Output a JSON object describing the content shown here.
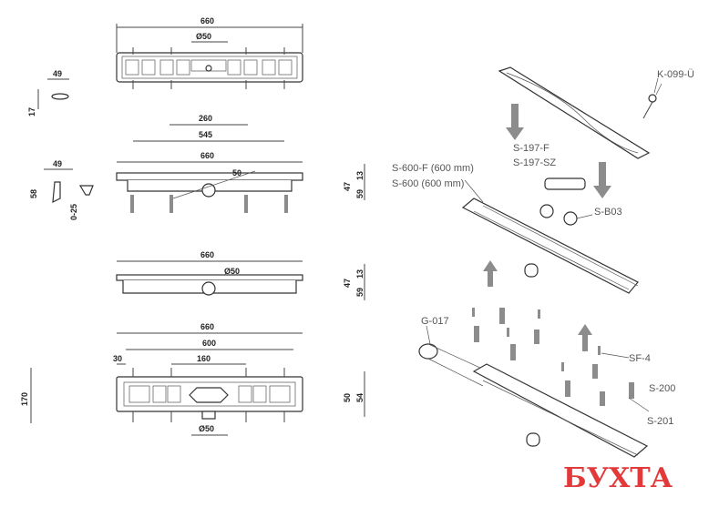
{
  "dimensions": {
    "top_view_length": "660",
    "top_view_outlet": "Ø50",
    "small_clip_width": "49",
    "small_clip_height": "17",
    "length_260": "260",
    "length_545": "545",
    "side_view_length": "660",
    "side_view_outlet": "50",
    "foot_width": "49",
    "foot_height": "58",
    "foot_range": "0-25",
    "side_h_47": "47",
    "side_h_59": "59",
    "side_h_13": "13",
    "side2_length": "660",
    "side2_outlet": "Ø50",
    "side2_h_47": "47",
    "side2_h_59": "59",
    "side2_h_13": "13",
    "bottom_660": "660",
    "bottom_600": "600",
    "bottom_30": "30",
    "bottom_160": "160",
    "bottom_outlet": "Ø50",
    "bottom_height": "170",
    "bottom_h_50": "50",
    "bottom_h_54": "54"
  },
  "parts": {
    "k099": "K-099-Ü",
    "s197f": "S-197-F",
    "s197sz": "S-197-SZ",
    "s600f": "S-600-F  (600 mm)",
    "s600": "S-600      (600 mm)",
    "sb03": "S-B03",
    "g017": "G-017",
    "sf4": "SF-4",
    "s200": "S-200",
    "s201": "S-201"
  },
  "logo_text": "БУХТА"
}
